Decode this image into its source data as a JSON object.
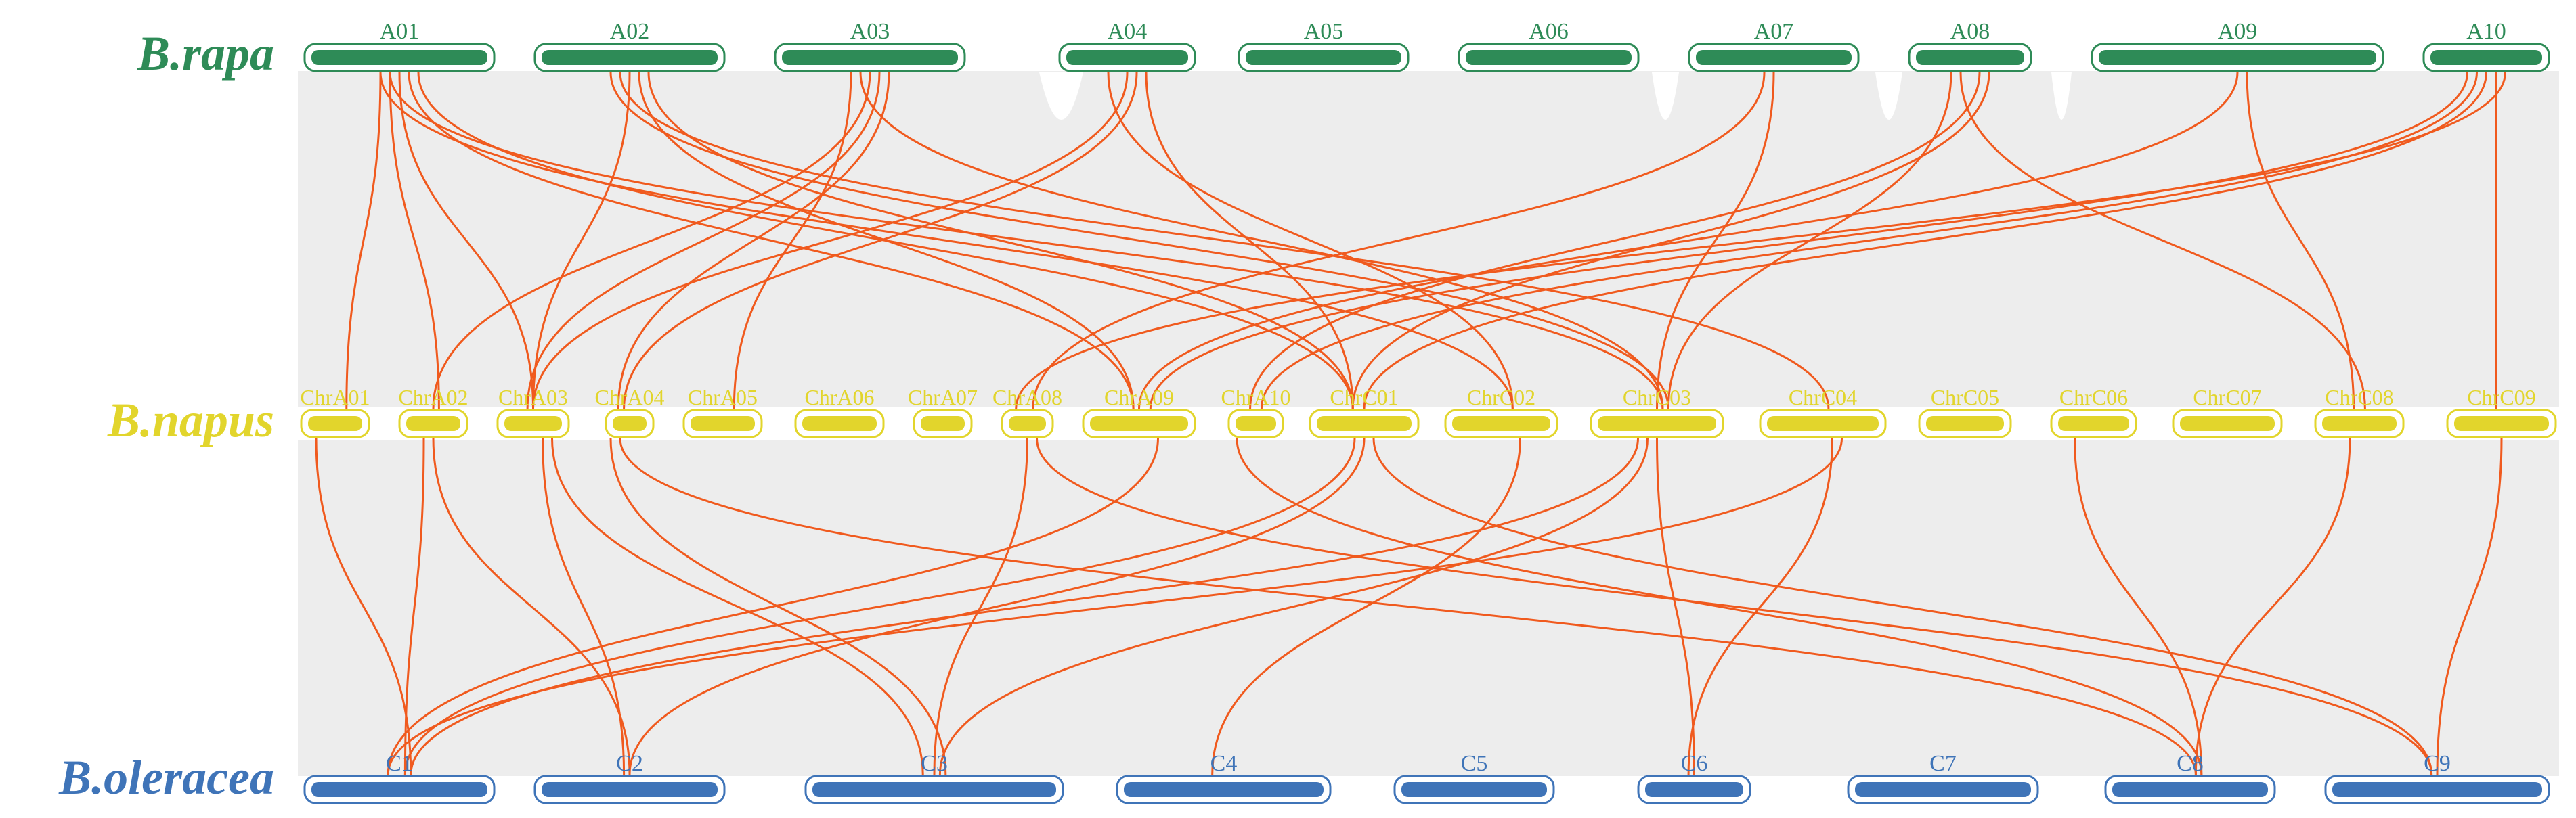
{
  "colors": {
    "rapa": "#2e8b57",
    "napus": "#e2d52c",
    "oleracea": "#3f74b8",
    "background_links": "#e8e8e8",
    "highlight_links": "#f05a1e"
  },
  "species": {
    "rapa": "B.rapa",
    "napus": "B.napus",
    "oleracea": "B.oleracea"
  },
  "rapa_chromosomes": [
    "A01",
    "A02",
    "A03",
    "A04",
    "A05",
    "A06",
    "A07",
    "A08",
    "A09",
    "A10"
  ],
  "napus_chromosomes": [
    "ChrA01",
    "ChrA02",
    "ChrA03",
    "ChrA04",
    "ChrA05",
    "ChrA06",
    "ChrA07",
    "ChrA08",
    "ChrA09",
    "ChrA10",
    "ChrC01",
    "ChrC02",
    "ChrC03",
    "ChrC04",
    "ChrC05",
    "ChrC06",
    "ChrC07",
    "ChrC08",
    "ChrC09"
  ],
  "oleracea_chromosomes": [
    "C1",
    "C2",
    "C3",
    "C4",
    "C5",
    "C6",
    "C7",
    "C8",
    "C9"
  ],
  "links_rapa_napus": [
    [
      "A01",
      "ChrA01"
    ],
    [
      "A01",
      "ChrA02"
    ],
    [
      "A01",
      "ChrA03"
    ],
    [
      "A01",
      "ChrA09"
    ],
    [
      "A01",
      "ChrC01"
    ],
    [
      "A01",
      "ChrC02"
    ],
    [
      "A01",
      "ChrC03"
    ],
    [
      "A02",
      "ChrA03"
    ],
    [
      "A02",
      "ChrA09"
    ],
    [
      "A02",
      "ChrC01"
    ],
    [
      "A02",
      "ChrC03"
    ],
    [
      "A02",
      "ChrC04"
    ],
    [
      "A03",
      "ChrA02"
    ],
    [
      "A03",
      "ChrA03"
    ],
    [
      "A03",
      "ChrA04"
    ],
    [
      "A03",
      "ChrA05"
    ],
    [
      "A03",
      "ChrC03"
    ],
    [
      "A04",
      "ChrA03"
    ],
    [
      "A04",
      "ChrA04"
    ],
    [
      "A04",
      "ChrC01"
    ],
    [
      "A04",
      "ChrC02"
    ],
    [
      "A07",
      "ChrA08"
    ],
    [
      "A07",
      "ChrC03"
    ],
    [
      "A08",
      "ChrA10"
    ],
    [
      "A08",
      "ChrC01"
    ],
    [
      "A08",
      "ChrC03"
    ],
    [
      "A08",
      "ChrC08"
    ],
    [
      "A09",
      "ChrA09"
    ],
    [
      "A09",
      "ChrC08"
    ],
    [
      "A10",
      "ChrA08"
    ],
    [
      "A10",
      "ChrA09"
    ],
    [
      "A10",
      "ChrA10"
    ],
    [
      "A10",
      "ChrC01"
    ],
    [
      "A10",
      "ChrC09"
    ]
  ],
  "links_napus_oleracea": [
    [
      "ChrA01",
      "C1"
    ],
    [
      "ChrA02",
      "C1"
    ],
    [
      "ChrA02",
      "C2"
    ],
    [
      "ChrA03",
      "C2"
    ],
    [
      "ChrA03",
      "C3"
    ],
    [
      "ChrA04",
      "C3"
    ],
    [
      "ChrA04",
      "C8"
    ],
    [
      "ChrA08",
      "C3"
    ],
    [
      "ChrA08",
      "C9"
    ],
    [
      "ChrA09",
      "C1"
    ],
    [
      "ChrA10",
      "C8"
    ],
    [
      "ChrC01",
      "C1"
    ],
    [
      "ChrC01",
      "C2"
    ],
    [
      "ChrC01",
      "C9"
    ],
    [
      "ChrC02",
      "C4"
    ],
    [
      "ChrC03",
      "C1"
    ],
    [
      "ChrC03",
      "C3"
    ],
    [
      "ChrC03",
      "C6"
    ],
    [
      "ChrC04",
      "C6"
    ],
    [
      "ChrC04",
      "C1"
    ],
    [
      "ChrC06",
      "C8"
    ],
    [
      "ChrC08",
      "C8"
    ],
    [
      "ChrC09",
      "C9"
    ]
  ]
}
